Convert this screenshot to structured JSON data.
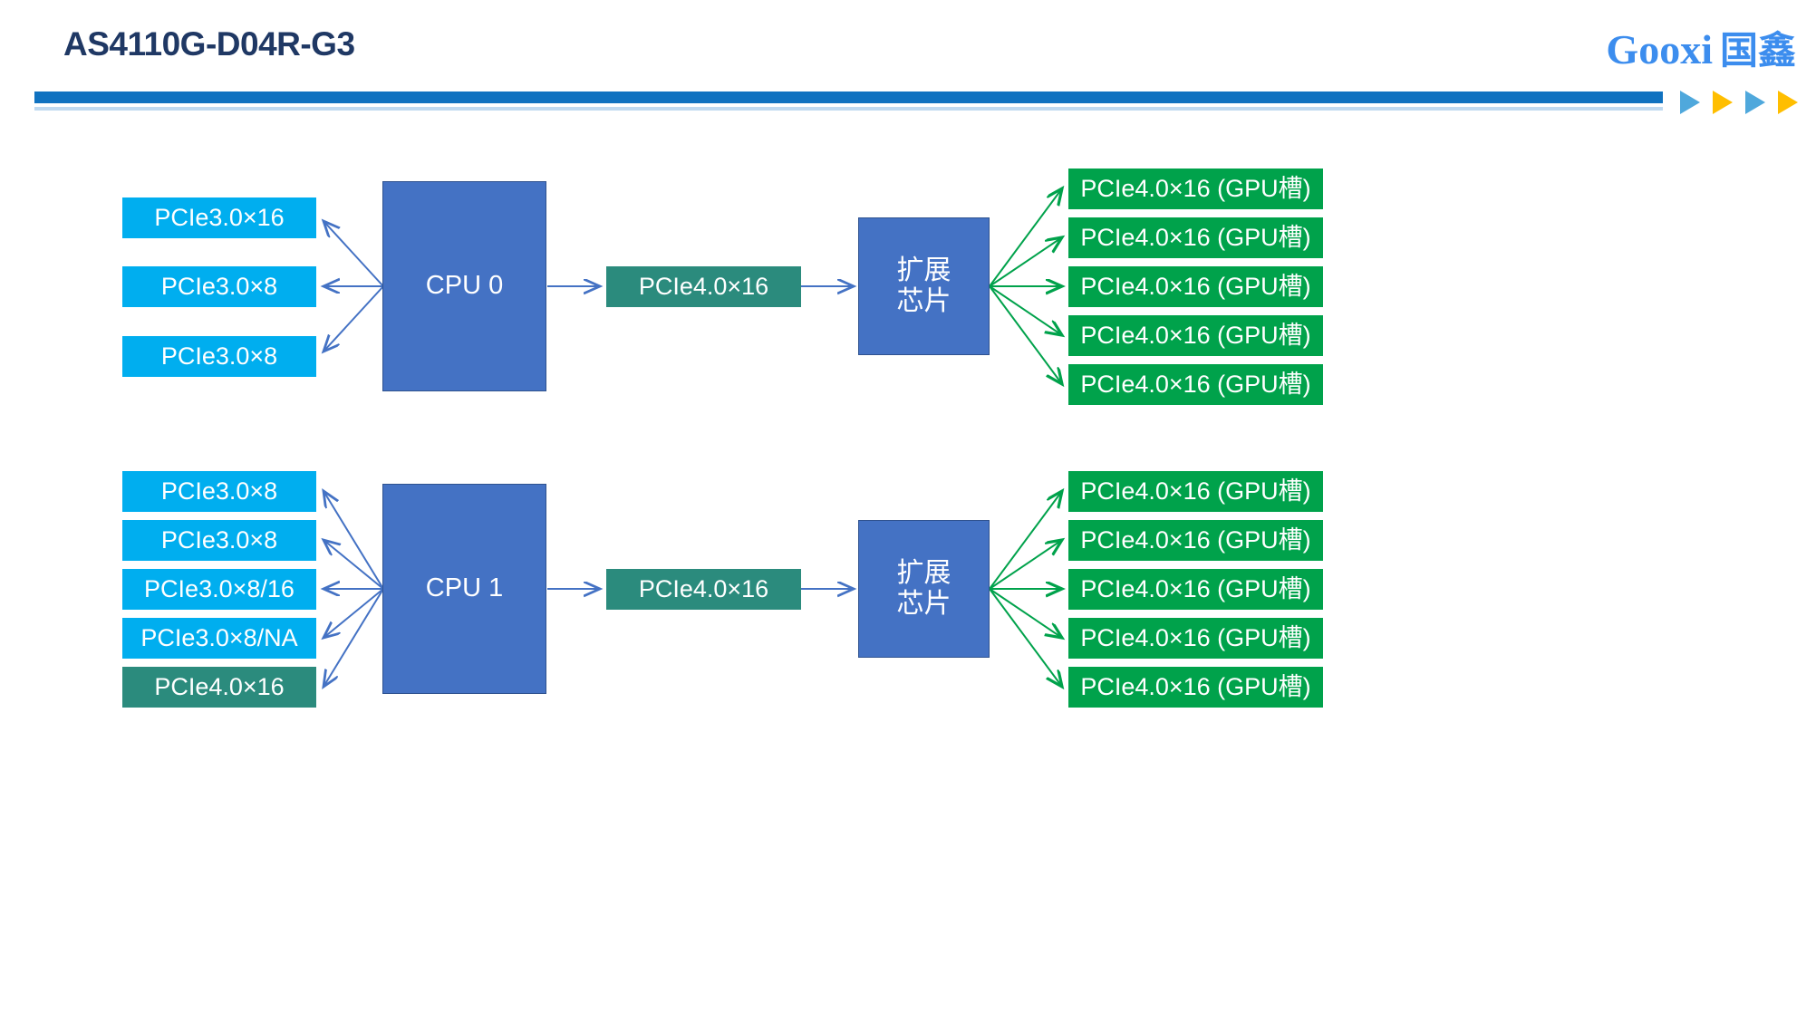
{
  "header": {
    "title": "AS4110G-D04R-G3",
    "brand_latin": "Gooxi",
    "brand_cn": "国鑫",
    "accent_blue": "#1072C0",
    "accent_light_blue": "#BFD9F0",
    "triangle_colors": [
      "#4FA8DC",
      "#FFBE00",
      "#4FA8DC",
      "#FFBE00"
    ]
  },
  "palette": {
    "light_blue_box": "#00AEEF",
    "teal_box": "#2B8B7D",
    "green_box": "#00A24B",
    "cpu_blue": "#4472C4",
    "cpu_border": "#2F528F",
    "blue_arrow": "#4472C4",
    "green_arrow": "#00A24B",
    "title_navy": "#1F3864",
    "brand_blue": "#3C8DEE"
  },
  "diagram": {
    "type": "block-diagram",
    "groups": [
      {
        "id": "cpu0-group",
        "cpu_label": "CPU 0",
        "left_slots": [
          {
            "label": "PCIe3.0×16",
            "style": "light-blue"
          },
          {
            "label": "PCIe3.0×8",
            "style": "light-blue"
          },
          {
            "label": "PCIe3.0×8",
            "style": "light-blue"
          }
        ],
        "uplink_label": "PCIe4.0×16",
        "uplink_style": "teal",
        "chip_label_line1": "扩展",
        "chip_label_line2": "芯片",
        "gpu_slots": [
          {
            "label": "PCIe4.0×16 (GPU槽)",
            "style": "green"
          },
          {
            "label": "PCIe4.0×16 (GPU槽)",
            "style": "green"
          },
          {
            "label": "PCIe4.0×16 (GPU槽)",
            "style": "green"
          },
          {
            "label": "PCIe4.0×16 (GPU槽)",
            "style": "green"
          },
          {
            "label": "PCIe4.0×16 (GPU槽)",
            "style": "green"
          }
        ]
      },
      {
        "id": "cpu1-group",
        "cpu_label": "CPU 1",
        "left_slots": [
          {
            "label": "PCIe3.0×8",
            "style": "light-blue"
          },
          {
            "label": "PCIe3.0×8",
            "style": "light-blue"
          },
          {
            "label": "PCIe3.0×8/16",
            "style": "light-blue"
          },
          {
            "label": "PCIe3.0×8/NA",
            "style": "light-blue"
          },
          {
            "label": "PCIe4.0×16",
            "style": "teal"
          }
        ],
        "uplink_label": "PCIe4.0×16",
        "uplink_style": "teal",
        "chip_label_line1": "扩展",
        "chip_label_line2": "芯片",
        "gpu_slots": [
          {
            "label": "PCIe4.0×16 (GPU槽)",
            "style": "green"
          },
          {
            "label": "PCIe4.0×16 (GPU槽)",
            "style": "green"
          },
          {
            "label": "PCIe4.0×16 (GPU槽)",
            "style": "green"
          },
          {
            "label": "PCIe4.0×16 (GPU槽)",
            "style": "green"
          },
          {
            "label": "PCIe4.0×16 (GPU槽)",
            "style": "green"
          }
        ]
      }
    ]
  }
}
